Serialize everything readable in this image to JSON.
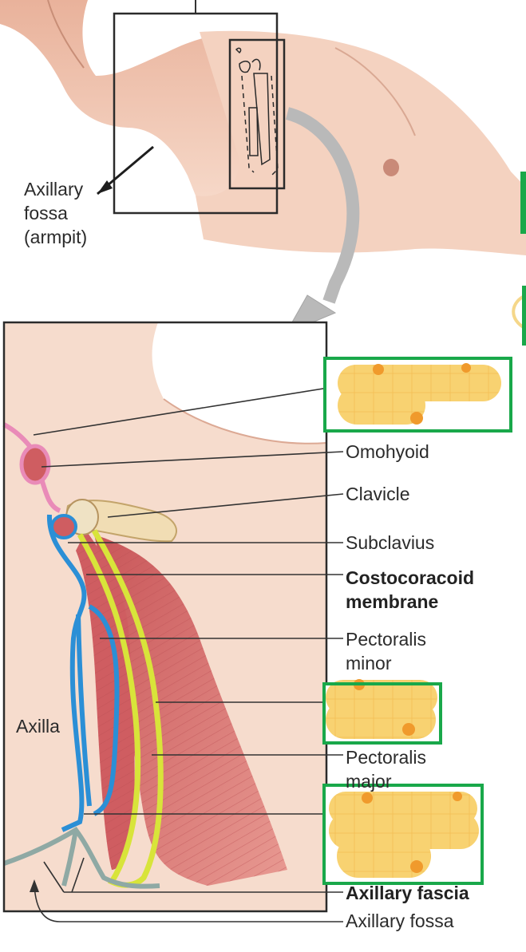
{
  "top_figure": {
    "axillary_fossa_label": [
      "Axillary",
      "fossa",
      "(armpit)"
    ]
  },
  "labels": {
    "omohyoid": "Omohyoid",
    "clavicle": "Clavicle",
    "subclavius": "Subclavius",
    "costocoracoid": [
      "Costocoracoid",
      "membrane"
    ],
    "pectoralis_minor": [
      "Pectoralis",
      "minor"
    ],
    "pectoralis_major": [
      "Pectoralis",
      "major"
    ],
    "axillary_fascia": "Axillary fascia",
    "axillary_fossa": "Axillary fossa",
    "axilla": "Axilla"
  },
  "colors": {
    "skin": "#f3cdb6",
    "muscle": "#d9676a",
    "fascia_blue": "#2b8fd6",
    "fascia_yellow": "#d8e43a",
    "fascia_pink": "#e98bb8",
    "fascia_gray": "#8fa9a4",
    "highlight_green": "#19a84a",
    "sticker_fill": "#f8d271"
  }
}
